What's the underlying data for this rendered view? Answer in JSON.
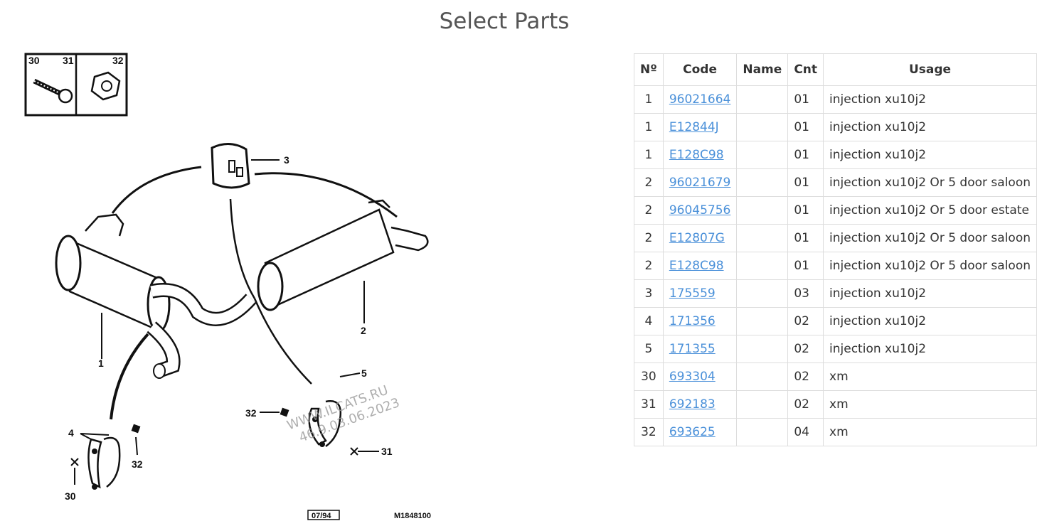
{
  "page": {
    "title": "Select Parts"
  },
  "diagram": {
    "callouts": [
      "1",
      "2",
      "3",
      "4",
      "5",
      "30",
      "31",
      "32"
    ],
    "box_labels": [
      "30",
      "31",
      "32"
    ],
    "watermark_line1": "WWW.ILCATS.RU",
    "watermark_line2": "46.9.03.06.2023",
    "date_stamp": "07/94",
    "ref_code": "M1848100"
  },
  "table": {
    "headers": {
      "no": "Nº",
      "code": "Code",
      "name": "Name",
      "cnt": "Cnt",
      "usage": "Usage"
    },
    "rows": [
      {
        "no": "1",
        "code": "96021664",
        "name": "",
        "cnt": "01",
        "usage": "injection xu10j2"
      },
      {
        "no": "1",
        "code": "E12844J",
        "name": "",
        "cnt": "01",
        "usage": "injection xu10j2"
      },
      {
        "no": "1",
        "code": "E128C98",
        "name": "",
        "cnt": "01",
        "usage": "injection xu10j2"
      },
      {
        "no": "2",
        "code": "96021679",
        "name": "",
        "cnt": "01",
        "usage": "injection xu10j2 Or 5 door saloon"
      },
      {
        "no": "2",
        "code": "96045756",
        "name": "",
        "cnt": "01",
        "usage": "injection xu10j2 Or 5 door estate"
      },
      {
        "no": "2",
        "code": "E12807G",
        "name": "",
        "cnt": "01",
        "usage": "injection xu10j2 Or 5 door saloon"
      },
      {
        "no": "2",
        "code": "E128C98",
        "name": "",
        "cnt": "01",
        "usage": "injection xu10j2 Or 5 door saloon"
      },
      {
        "no": "3",
        "code": "175559",
        "name": "",
        "cnt": "03",
        "usage": "injection xu10j2"
      },
      {
        "no": "4",
        "code": "171356",
        "name": "",
        "cnt": "02",
        "usage": "injection xu10j2"
      },
      {
        "no": "5",
        "code": "171355",
        "name": "",
        "cnt": "02",
        "usage": "injection xu10j2"
      },
      {
        "no": "30",
        "code": "693304",
        "name": "",
        "cnt": "02",
        "usage": "xm"
      },
      {
        "no": "31",
        "code": "692183",
        "name": "",
        "cnt": "02",
        "usage": "xm"
      },
      {
        "no": "32",
        "code": "693625",
        "name": "",
        "cnt": "04",
        "usage": "xm"
      }
    ]
  }
}
